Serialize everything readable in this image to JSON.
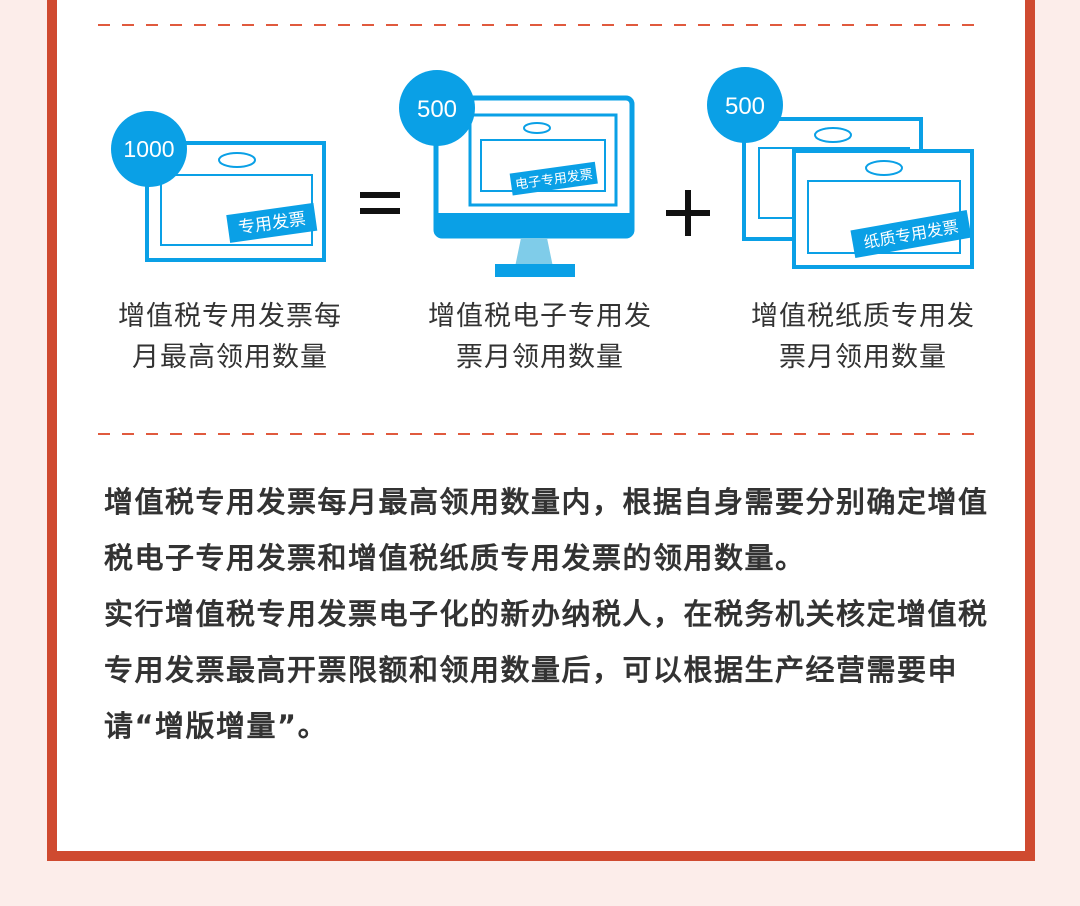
{
  "colors": {
    "background": "#fcedea",
    "frame_border": "#cf4a30",
    "dash": "#e05a3e",
    "invoice_blue": "#0aa0e6",
    "monitor_stand": "#7fcce9",
    "text": "#333333"
  },
  "diagram": {
    "items": [
      {
        "badge": "1000",
        "stamp": "专用发票",
        "caption_line1": "增值税专用发票每",
        "caption_line2": "月最高领用数量"
      },
      {
        "badge": "500",
        "stamp": "电子专用发票",
        "caption_line1": "增值税电子专用发",
        "caption_line2": "票月领用数量"
      },
      {
        "badge": "500",
        "stamp": "纸质专用发票",
        "caption_line1": "增值税纸质专用发",
        "caption_line2": "票月领用数量"
      }
    ],
    "equals": "=",
    "plus": "+"
  },
  "body": {
    "paragraph1": "增值税专用发票每月最高领用数量内，根据自身需要分别确定增值税电子专用发票和增值税纸质专用发票的领用数量。",
    "paragraph2": "实行增值税专用发票电子化的新办纳税人，在税务机关核定增值税专用发票最高开票限额和领用数量后，可以根据生产经营需要申请“增版增量”。"
  }
}
